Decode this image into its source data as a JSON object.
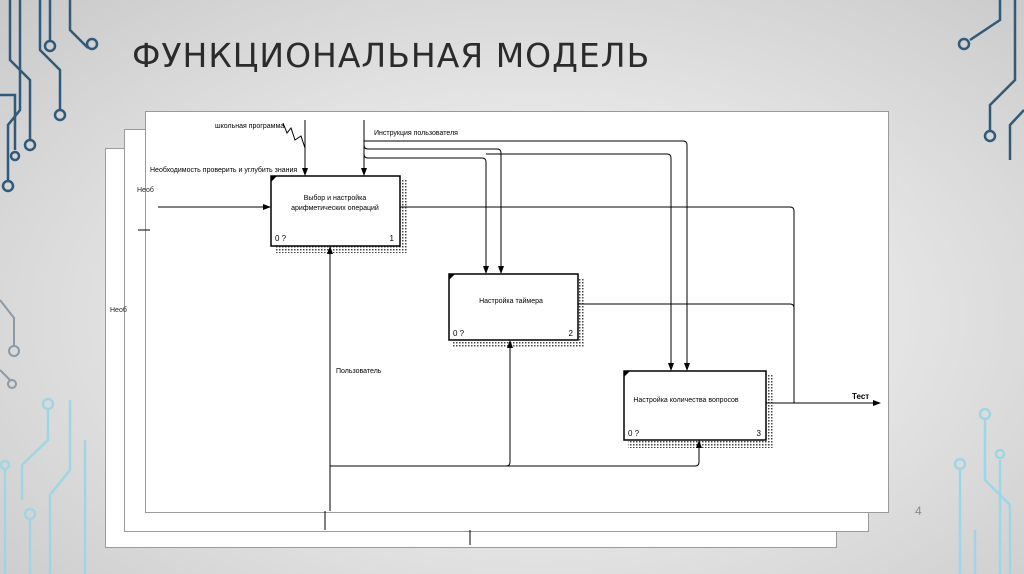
{
  "slide": {
    "title": "ФУНКЦИОНАЛЬНАЯ МОДЕЛЬ",
    "page_number": "4"
  },
  "back_sheets": {
    "label_partial": "Необ",
    "label_partial2": "Необ"
  },
  "idef0": {
    "inputs": {
      "need": "Необходимость проверить и углубить знания"
    },
    "controls": {
      "program": "школьная программа",
      "instruction": "Инструкция пользователя"
    },
    "mechanisms": {
      "user": "Пользователь"
    },
    "outputs": {
      "test": "Тест"
    },
    "boxes": [
      {
        "line1": "Выбор и настройка",
        "line2": "арифметических операций",
        "cost": "0 ?",
        "number": "1"
      },
      {
        "line1": "Настройка таймера",
        "line2": "",
        "cost": "0 ?",
        "number": "2"
      },
      {
        "line1": "Настройка количества вопросов",
        "line2": "",
        "cost": "0 ?",
        "number": "3"
      }
    ]
  },
  "colors": {
    "circuit_dark": "#2f5a7a",
    "circuit_light": "#9fd6e6"
  }
}
